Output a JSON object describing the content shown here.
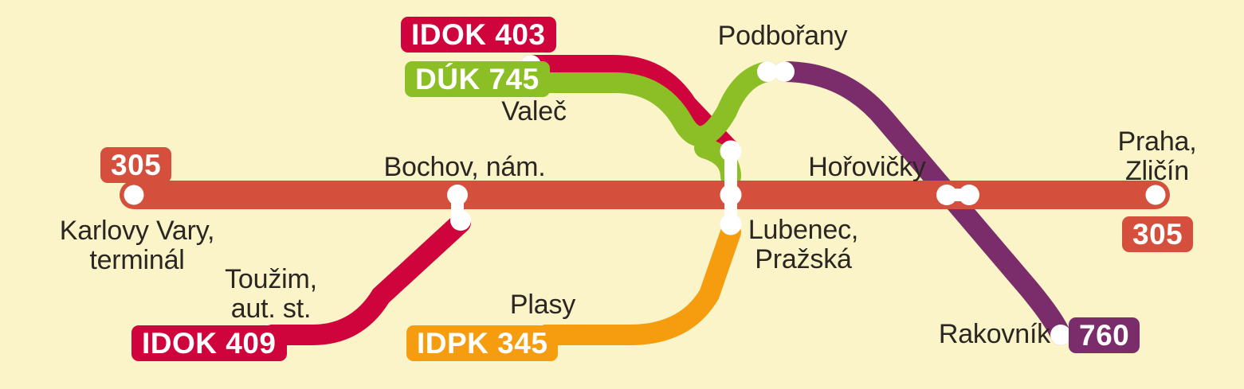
{
  "diagram": {
    "title": "Regional bus and rail line connection diagram",
    "background_color": "#FAF4C8",
    "label_color": "#2B2621"
  },
  "lines": [
    {
      "id": "red",
      "name": "305",
      "color": "#D4503C"
    },
    {
      "id": "crimson",
      "name": "IDOK 403",
      "color": "#D0043C"
    },
    {
      "id": "green",
      "name": "DUK 745",
      "color": "#8CBF26"
    },
    {
      "id": "purple",
      "name": "760",
      "color": "#7B2D6B"
    },
    {
      "id": "orange",
      "name": "IDPK 345",
      "color": "#F59D0E"
    },
    {
      "id": "crimson2",
      "name": "IDOK 409",
      "color": "#D0043C"
    }
  ],
  "badges": {
    "idok403": {
      "label": "IDOK 403",
      "color": "#D0043C"
    },
    "duk745": {
      "label": "DÚK 745",
      "color": "#8CBF26"
    },
    "r305_left": {
      "label": "305",
      "color": "#D4503C"
    },
    "r305_right": {
      "label": "305",
      "color": "#D4503C"
    },
    "idok409": {
      "label": "IDOK 409",
      "color": "#D0043C"
    },
    "idpk345": {
      "label": "IDPK 345",
      "color": "#F59D0E"
    },
    "b760": {
      "label": "760",
      "color": "#7B2D6B"
    }
  },
  "stations": {
    "karlovy_vary": {
      "label": "Karlovy Vary,\nterminál"
    },
    "bochov": {
      "label": "Bochov, nám."
    },
    "valec": {
      "label": "Valeč"
    },
    "podborany": {
      "label": "Podbořany"
    },
    "horovicky": {
      "label": "Hořovičky"
    },
    "lubenec": {
      "label": "Lubenec,\nPražská"
    },
    "praha_zlicin": {
      "label": "Praha,\nZličín"
    },
    "touzim": {
      "label": "Toužim,\naut. st."
    },
    "plasy": {
      "label": "Plasy"
    },
    "rakovnik": {
      "label": "Rakovník"
    }
  }
}
